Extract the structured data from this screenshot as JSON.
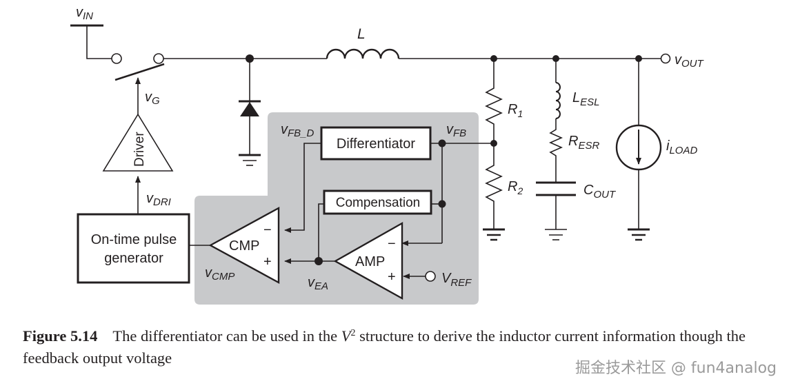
{
  "figure": {
    "labels": {
      "vin": "v",
      "vin_sub": "IN",
      "inductor": "L",
      "vout": "v",
      "vout_sub": "OUT",
      "vg": "v",
      "vg_sub": "G",
      "vdri": "v",
      "vdri_sub": "DRI",
      "driver": "Driver",
      "r1": "R",
      "r1_sub": "1",
      "r2": "R",
      "r2_sub": "2",
      "lesl": "L",
      "lesl_sub": "ESL",
      "resr": "R",
      "resr_sub": "ESR",
      "cout": "C",
      "cout_sub": "OUT",
      "iload": "i",
      "iload_sub": "LOAD",
      "vfbd": "v",
      "vfbd_sub": "FB_D",
      "vfb": "v",
      "vfb_sub": "FB",
      "differentiator": "Differentiator",
      "compensation": "Compensation",
      "otpg_line1": "On-time pulse",
      "otpg_line2": "generator",
      "cmp": "CMP",
      "amp": "AMP",
      "vcmp": "v",
      "vcmp_sub": "CMP",
      "vea": "v",
      "vea_sub": "EA",
      "vref": "V",
      "vref_sub": "REF",
      "minus": "−",
      "plus": "+"
    },
    "colors": {
      "line": "#231f20",
      "shade": "#c8c9cb"
    }
  },
  "caption": {
    "figure_number": "Figure 5.14",
    "text_before": "The differentiator can be used in the ",
    "v_symbol": "V",
    "superscript": "2",
    "text_after": " structure to derive the inductor current information though the feedback output voltage"
  },
  "watermark": "掘金技术社区 @ fun4analog"
}
